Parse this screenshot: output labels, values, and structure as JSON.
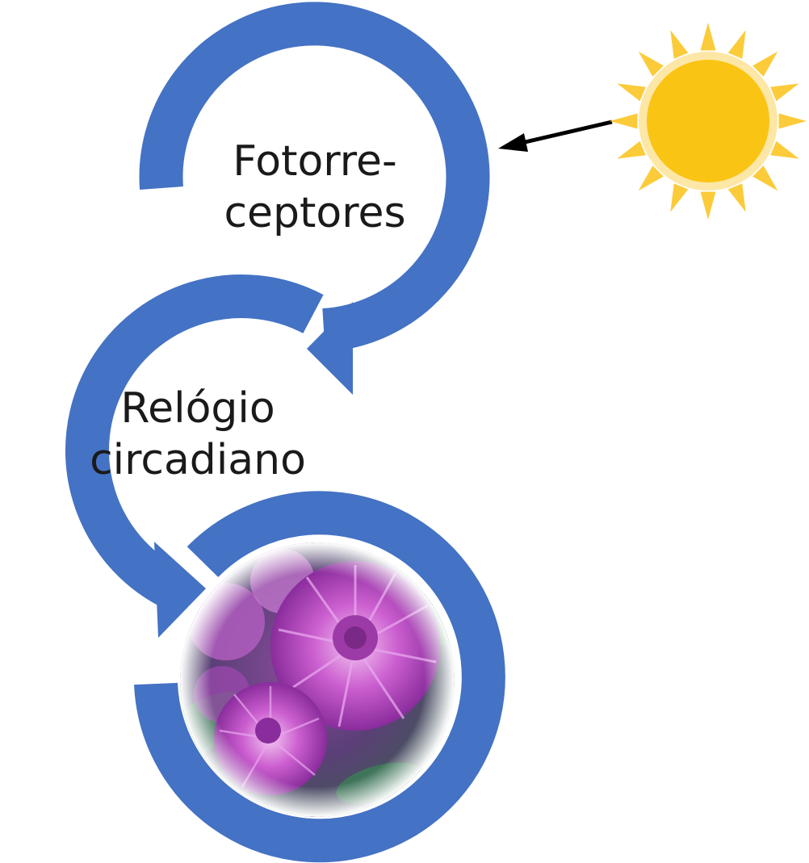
{
  "nodes": [
    {
      "id": "photoreceptors",
      "label_lines": [
        "Fotorre-",
        "ceptores"
      ]
    },
    {
      "id": "circadian-clock",
      "label_lines": [
        "Relógio",
        "circadiano"
      ]
    },
    {
      "id": "flower",
      "picture": "purple-chrysanthemum-flowers"
    }
  ],
  "sun": {
    "icon": "sun-icon"
  },
  "colors": {
    "arrow_blue": "#4472C4",
    "sun_yellow": "#F9C414",
    "sun_ray": "#FBCB3A",
    "text": "#1a1a1a",
    "pointer_arrow": "#000000",
    "flower_purple": "#A53FB7",
    "flower_pink": "#D46BD9",
    "leaf_green": "#3E7D58"
  }
}
